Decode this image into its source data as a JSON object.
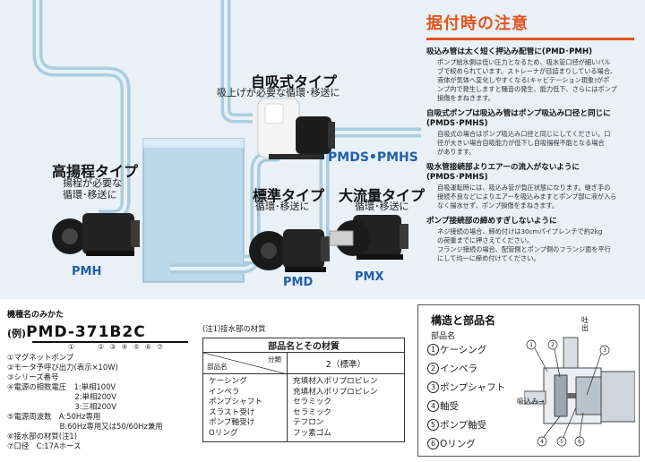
{
  "illustration": {
    "self_priming": {
      "title": "自吸式タイプ",
      "sub": "吸上げが必要な循環･移送に",
      "model": "PMDS•PMHS"
    },
    "high_head": {
      "title": "高揚程タイプ",
      "sub_lines": [
        "揚程が必要な",
        "循環･移送に"
      ],
      "model": "PMH"
    },
    "standard": {
      "title": "標準タイプ",
      "sub": "循環･移送に",
      "model": "PMD"
    },
    "high_flow": {
      "title": "大流量タイプ",
      "sub": "循環･移送に",
      "model": "PMX"
    }
  },
  "notes": {
    "title": "据付時の注意",
    "items": [
      {
        "head_lines": [
          "吸込み管は太く短く押込み配管に(PMD･PMH)"
        ],
        "body_lines": [
          "ポンプ給水側は低い圧力となるため、吸水管口径が細いバル",
          "ブで絞められています。ストレーナが目詰まりしている場合、",
          "液体が気体へ変化しやすくなる(キャビテーション現象)がポ",
          "ンプ内で発生しますと騒音の発生、能力低下、さらにはポンプ",
          "損傷をまねきます。"
        ]
      },
      {
        "head_lines": [
          "自吸式ポンプは吸込み管はポンプ吸込み口径と同じに",
          "(PMDS･PMHS)"
        ],
        "body_lines": [
          "自吸式の場合はポンプ吸込み口径と同じにしてください。口",
          "径が大きい場合自吸能力が低下し自吸揚程不能となる場合",
          "があります。"
        ]
      },
      {
        "head_lines": [
          "吸水管接続部よりエアーの流入がないように",
          "(PMDS･PMHS)"
        ],
        "body_lines": [
          "自吸運転時には、吸込み管が負圧状態になります。継ぎ手の",
          "接続不良などによりエアーを吸込みますとポンプ部に液が入ら",
          "なく揚水せず、ポンプ損傷をまねきます。"
        ]
      },
      {
        "head_lines": [
          "ポンプ接続部の締めすぎしないように"
        ],
        "body_lines": [
          "ネジ接続の場合、締め付けは30cmパイプレンチで約2kg",
          "の荷重までに押さえてください。",
          "フランジ接続の場合、配管側とポンプ側のフランジ面を平行",
          "にして均一に締め付けてください。"
        ]
      }
    ]
  },
  "model_guide": {
    "heading": "機種名のみかた",
    "prefix": "(例)",
    "code": "PMD-371B2C",
    "nums": [
      "①",
      "②",
      "③",
      "④",
      "⑤",
      "⑥",
      "⑦"
    ],
    "specs": [
      "①マグネットポンプ",
      "②モータ予呼び出力(表示×10W)",
      "③シリーズ番号",
      "④電源の相数電圧　1:単相100V",
      "　　　　　　　　　2:単相200V",
      "　　　　　　　　　3:三相200V",
      "⑤電源周波数　A:50Hz専用",
      "　　　　　　　B:60Hz専用又は50/60Hz兼用",
      "⑥接水部の材質(注1)",
      "⑦口径　C:17Aホース"
    ]
  },
  "material_table": {
    "note": "(注1)接水部の材質",
    "title": "部品名とその材質",
    "header_category": "分類",
    "header_part": "部品名",
    "header_col2": "2（標準）",
    "rows": [
      {
        "part": "ケーシング",
        "mat": "充填材入ポリプロピレン"
      },
      {
        "part": "インペラ",
        "mat": "充填材入ポリプロピレン"
      },
      {
        "part": "ポンプシャフト",
        "mat": "セラミック"
      },
      {
        "part": "スラスト受け",
        "mat": "セラミック"
      },
      {
        "part": "ポンプ軸受け",
        "mat": "テフロン"
      },
      {
        "part": "Oリング",
        "mat": "フッ素ゴム"
      }
    ]
  },
  "structure": {
    "title": "構造と部品名",
    "sub": "部品名",
    "parts": [
      {
        "num": "1",
        "name": "ケーシング"
      },
      {
        "num": "2",
        "name": "インペラ"
      },
      {
        "num": "3",
        "name": "ポンプシャフト"
      },
      {
        "num": "4",
        "name": "軸受"
      },
      {
        "num": "5",
        "name": "ポンプ軸受"
      },
      {
        "num": "6",
        "name": "Oリング"
      }
    ],
    "outlet_label_lines": [
      "吐",
      "出"
    ],
    "inlet_label": "吸込み→"
  },
  "colors": {
    "accent": "#e2531d",
    "model_blue": "#1f5fae",
    "panel_bg": "#e9f0f6"
  }
}
